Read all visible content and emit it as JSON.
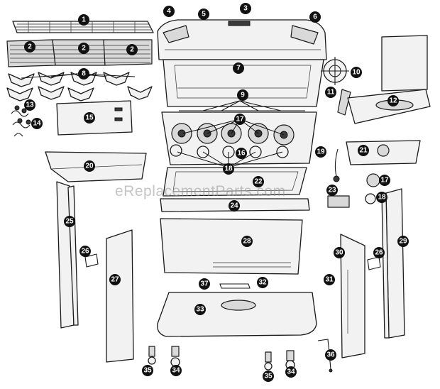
{
  "watermark": "eReplacementParts.com",
  "labels": [
    {
      "id": "1",
      "text": "1"
    },
    {
      "id": "2a",
      "text": "2"
    },
    {
      "id": "2b",
      "text": "2"
    },
    {
      "id": "2c",
      "text": "2"
    },
    {
      "id": "3",
      "text": "3"
    },
    {
      "id": "4",
      "text": "4"
    },
    {
      "id": "5",
      "text": "5"
    },
    {
      "id": "6",
      "text": "6"
    },
    {
      "id": "7",
      "text": "7"
    },
    {
      "id": "8",
      "text": "8"
    },
    {
      "id": "9",
      "text": "9"
    },
    {
      "id": "10",
      "text": "10"
    },
    {
      "id": "11",
      "text": "11"
    },
    {
      "id": "12",
      "text": "12"
    },
    {
      "id": "13",
      "text": "13"
    },
    {
      "id": "14",
      "text": "14"
    },
    {
      "id": "15",
      "text": "15"
    },
    {
      "id": "16",
      "text": "16"
    },
    {
      "id": "17a",
      "text": "17"
    },
    {
      "id": "17b",
      "text": "17"
    },
    {
      "id": "18a",
      "text": "18"
    },
    {
      "id": "18b",
      "text": "18"
    },
    {
      "id": "19",
      "text": "19"
    },
    {
      "id": "20",
      "text": "20"
    },
    {
      "id": "21",
      "text": "21"
    },
    {
      "id": "22",
      "text": "22"
    },
    {
      "id": "23",
      "text": "23"
    },
    {
      "id": "24",
      "text": "24"
    },
    {
      "id": "25",
      "text": "25"
    },
    {
      "id": "26a",
      "text": "26"
    },
    {
      "id": "26b",
      "text": "26"
    },
    {
      "id": "27",
      "text": "27"
    },
    {
      "id": "28",
      "text": "28"
    },
    {
      "id": "29",
      "text": "29"
    },
    {
      "id": "30",
      "text": "30"
    },
    {
      "id": "31",
      "text": "31"
    },
    {
      "id": "32",
      "text": "32"
    },
    {
      "id": "33",
      "text": "33"
    },
    {
      "id": "34a",
      "text": "34"
    },
    {
      "id": "34b",
      "text": "34"
    },
    {
      "id": "35a",
      "text": "35"
    },
    {
      "id": "35b",
      "text": "35"
    },
    {
      "id": "36",
      "text": "36"
    },
    {
      "id": "37",
      "text": "37"
    }
  ]
}
